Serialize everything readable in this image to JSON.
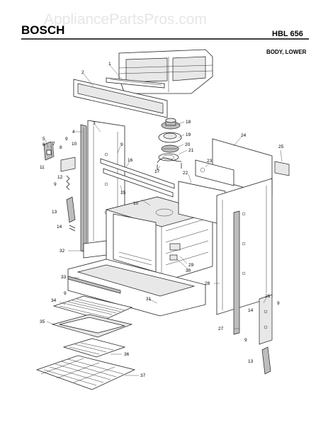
{
  "header": {
    "watermark": "AppliancePartsPros.com",
    "brand": "BOSCH",
    "model": "HBL 656",
    "section": "BODY, LOWER"
  },
  "callouts": [
    {
      "id": "c1",
      "label": "1"
    },
    {
      "id": "c2",
      "label": "2"
    },
    {
      "id": "c3",
      "label": "3"
    },
    {
      "id": "c4",
      "label": "4"
    },
    {
      "id": "c5",
      "label": "5"
    },
    {
      "id": "c6",
      "label": "6"
    },
    {
      "id": "c7",
      "label": "7"
    },
    {
      "id": "c8",
      "label": "8"
    },
    {
      "id": "c9a",
      "label": "9"
    },
    {
      "id": "c9b",
      "label": "9"
    },
    {
      "id": "c9c",
      "label": "9"
    },
    {
      "id": "c9d",
      "label": "9"
    },
    {
      "id": "c9e",
      "label": "9"
    },
    {
      "id": "c9f",
      "label": "9"
    },
    {
      "id": "c10a",
      "label": "10"
    },
    {
      "id": "c10b",
      "label": "10"
    },
    {
      "id": "c11",
      "label": "11"
    },
    {
      "id": "c12",
      "label": "12"
    },
    {
      "id": "c13a",
      "label": "13"
    },
    {
      "id": "c13b",
      "label": "13"
    },
    {
      "id": "c14a",
      "label": "14"
    },
    {
      "id": "c14b",
      "label": "14"
    },
    {
      "id": "c15",
      "label": "15"
    },
    {
      "id": "c16",
      "label": "16"
    },
    {
      "id": "c17",
      "label": "17"
    },
    {
      "id": "c18",
      "label": "18"
    },
    {
      "id": "c19",
      "label": "19"
    },
    {
      "id": "c20",
      "label": "20"
    },
    {
      "id": "c21",
      "label": "21"
    },
    {
      "id": "c22",
      "label": "22"
    },
    {
      "id": "c23",
      "label": "23"
    },
    {
      "id": "c24",
      "label": "24"
    },
    {
      "id": "c25",
      "label": "25"
    },
    {
      "id": "c26",
      "label": "26"
    },
    {
      "id": "c27",
      "label": "27"
    },
    {
      "id": "c28",
      "label": "28"
    },
    {
      "id": "c29",
      "label": "29"
    },
    {
      "id": "c30",
      "label": "30"
    },
    {
      "id": "c31",
      "label": "31"
    },
    {
      "id": "c32",
      "label": "32"
    },
    {
      "id": "c33",
      "label": "33"
    },
    {
      "id": "c34",
      "label": "34"
    },
    {
      "id": "c35",
      "label": "35"
    },
    {
      "id": "c36",
      "label": "36"
    },
    {
      "id": "c37",
      "label": "37"
    }
  ]
}
